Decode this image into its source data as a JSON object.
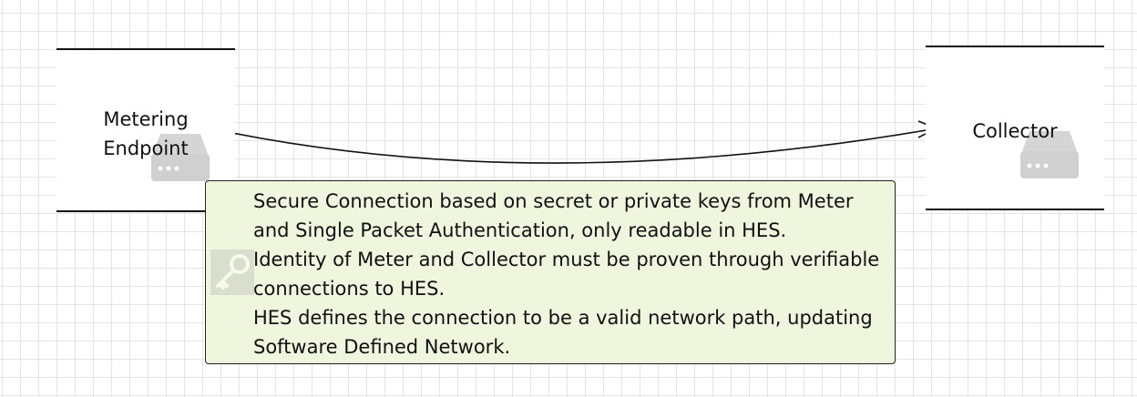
{
  "nodes": {
    "metering": {
      "label_line1": "Metering",
      "label_line2": "Endpoint",
      "icon": "server-icon"
    },
    "collector": {
      "label": "Collector",
      "icon": "server-icon"
    }
  },
  "note": {
    "icon": "key-icon",
    "lines": [
      "Secure Connection based on secret or private keys from Meter",
      "and Single Packet Authentication, only readable in HES.",
      "Identity of Meter and Collector must be proven through verifiable",
      "connections to HES.",
      "HES defines the connection to be a valid network path, updating",
      "Software Defined Network."
    ]
  },
  "colors": {
    "note_fill": "#eef6dd",
    "grid": "#e4e4e4",
    "line": "#111111"
  }
}
